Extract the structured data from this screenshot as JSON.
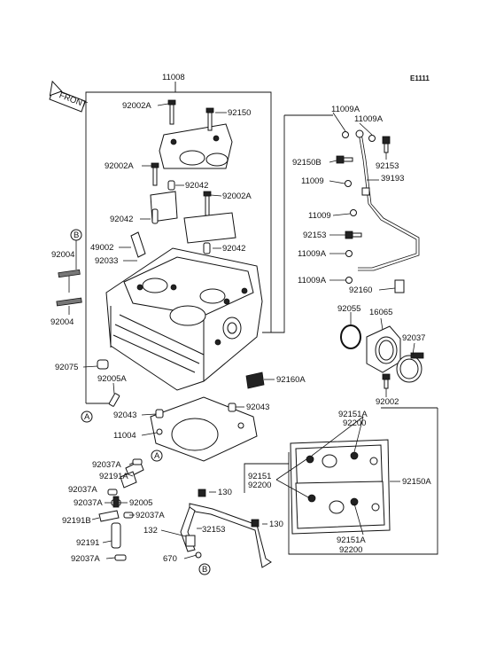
{
  "sheet_code": "E1111",
  "front_label": "FRONT",
  "callouts": {
    "A": "A",
    "B": "B"
  },
  "labels": {
    "p11008": "11008",
    "p92002A_a": "92002A",
    "p92150": "92150",
    "p92002A_b": "92002A",
    "p92042_a": "92042",
    "p92002A_c": "92002A",
    "p92042_b": "92042",
    "p49002": "49002",
    "p92033": "92033",
    "p92042_c": "92042",
    "p92004_a": "92004",
    "p92004_b": "92004",
    "p11009A_a": "11009A",
    "p11009A_b": "11009A",
    "p92150B": "92150B",
    "p92153_a": "92153",
    "p11009_a": "11009",
    "p39193": "39193",
    "p11009_b": "11009",
    "p92153_b": "92153",
    "p11009A_c": "11009A",
    "p11009A_d": "11009A",
    "p92160": "92160",
    "p92055": "92055",
    "p16065": "16065",
    "p92037": "92037",
    "p92075": "92075",
    "p92005A": "92005A",
    "p92160A": "92160A",
    "p92002": "92002",
    "p92043_a": "92043",
    "p92043_b": "92043",
    "p11004": "11004",
    "p92151A_a": "92151A",
    "p92200_a": "92200",
    "p92151": "92151",
    "p92200_b": "92200",
    "p92150A": "92150A",
    "p92151A_b": "92151A",
    "p92200_c": "92200",
    "p92037A_a": "92037A",
    "p92191A": "92191A",
    "p92037A_b": "92037A",
    "p92037A_c": "92037A",
    "p92005": "92005",
    "p92191B": "92191B",
    "p92037A_d": "92037A",
    "p92191": "92191",
    "p92037A_e": "92037A",
    "p130_a": "130",
    "p132": "132",
    "p32153": "32153",
    "p130_b": "130",
    "p670": "670"
  }
}
